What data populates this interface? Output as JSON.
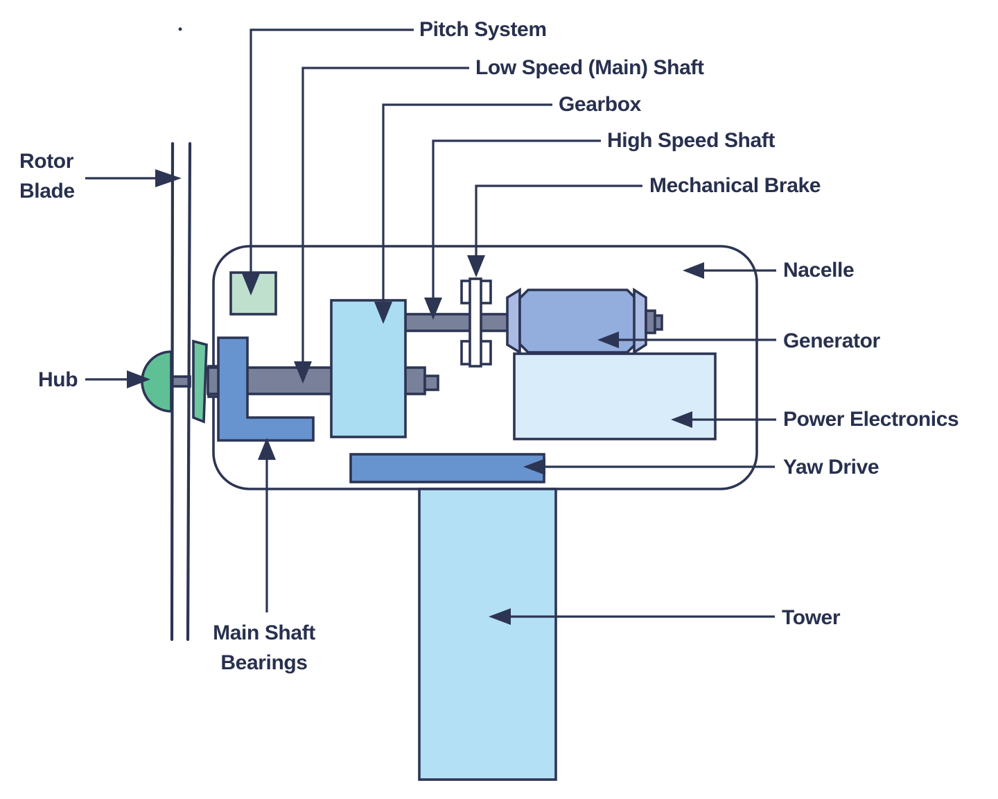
{
  "diagram": {
    "subject": "wind-turbine-component-diagram"
  },
  "labels": {
    "pitch_system": "Pitch System",
    "low_speed_shaft": "Low Speed (Main) Shaft",
    "gearbox": "Gearbox",
    "high_speed_shaft": "High Speed Shaft",
    "mechanical_brake": "Mechanical Brake",
    "nacelle": "Nacelle",
    "generator": "Generator",
    "power_electronics": "Power Electronics",
    "yaw_drive": "Yaw Drive",
    "tower": "Tower",
    "hub": "Hub",
    "rotor_blade": {
      "line1": "Rotor",
      "line2": "Blade"
    },
    "main_shaft_bearings": {
      "line1": "Main Shaft",
      "line2": "Bearings"
    }
  },
  "colors": {
    "outline": "#2c3553",
    "label_text": "#28304e",
    "nacelle_fill": "#ffffff",
    "pitch_system_fill": "#c0e0ce",
    "hub_fill": "#5fc096",
    "hub_plate_fill": "#6ec7a0",
    "shaft_fill": "#78809a",
    "gearbox_fill": "#aadcf2",
    "bearing_fill": "#6793cf",
    "yaw_drive_fill": "#6793cf",
    "generator_fill": "#93aedd",
    "generator_cap_fill": "#a9bbe2",
    "power_electronics_fill": "#d9ecf9",
    "tower_fill": "#b3e0f4",
    "brake_fill": "#ffffff",
    "background": "#ffffff"
  }
}
